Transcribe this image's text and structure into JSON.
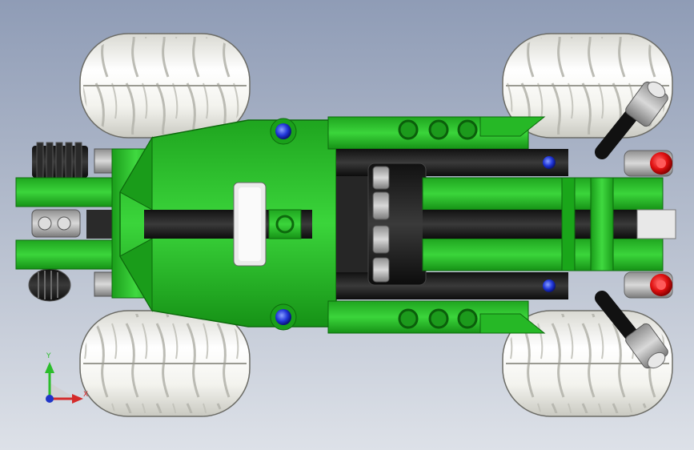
{
  "window": {
    "title": ""
  },
  "viewport": {
    "background_top": "#8f9cb6",
    "background_bottom": "#dde1e8"
  },
  "model": {
    "subject": "lego-technic-vehicle-top-view",
    "body_color": "#2ec52e",
    "body_dark": "#159415",
    "tire_color": "#f1f1ee",
    "axle_dark": "#1d1d1d",
    "light_color": "#e11212",
    "pin_color": "#1b2fd6"
  },
  "triad": {
    "y_label": "Y",
    "x_label": "X",
    "y_color": "#2bbd2b",
    "x_color": "#d42a2a",
    "z_color": "#2035c8"
  }
}
